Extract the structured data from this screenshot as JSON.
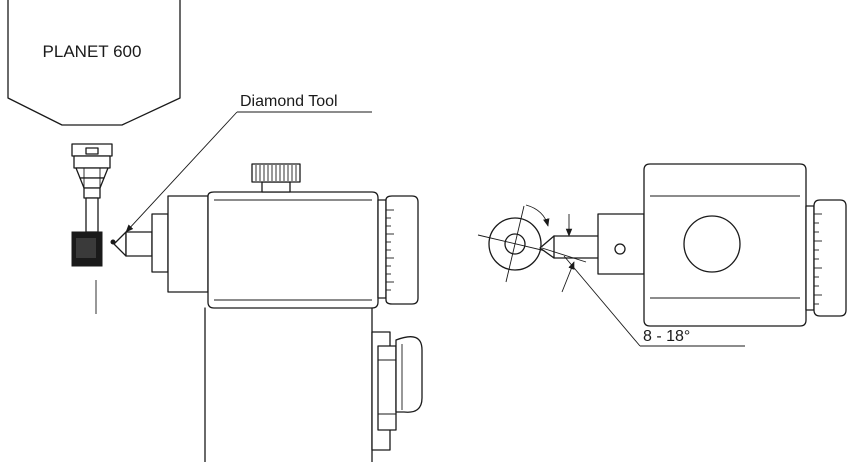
{
  "labels": {
    "machine": "PLANET 600",
    "tool": "Diamond Tool",
    "angle": "8 - 18°"
  }
}
